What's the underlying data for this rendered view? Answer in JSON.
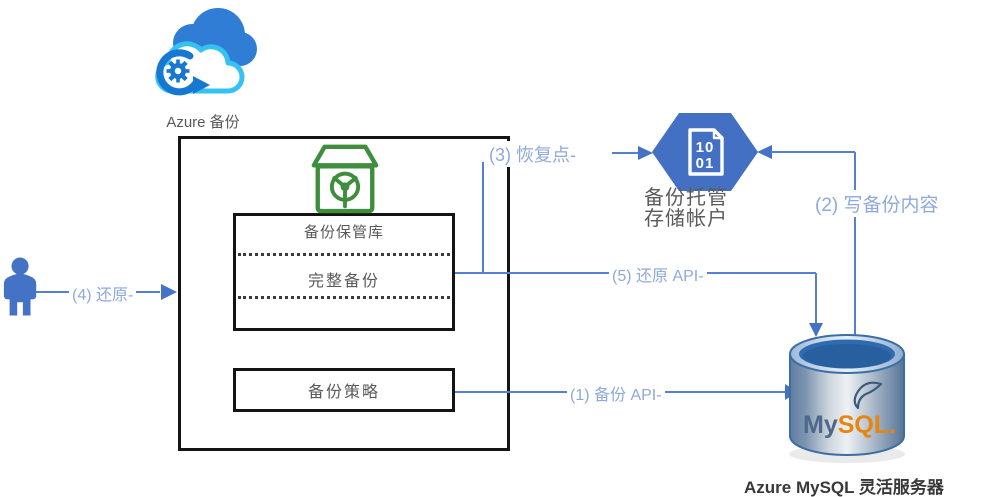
{
  "colors": {
    "connector_line": "#5580d2",
    "arrowhead": "#4472c4",
    "edge_label_text": "#8ea9db",
    "gray_text": "#595959",
    "dark_text": "#383838",
    "vault_green": "#3e8e3e",
    "hexagon_blue": "#4470c4",
    "back_cloud_blue": "#2f7dd5",
    "front_cloud_cyan": "#35c1f1",
    "gear_arrow_blue": "#1778d2",
    "person_blue": "#4472c4",
    "mysql_orange": "#e8850f",
    "box_border_black": "#141414"
  },
  "nodes": {
    "azure_backup": {
      "label": "Azure 备份"
    },
    "vault_box": {
      "title": "备份保管库",
      "row": "完整备份"
    },
    "policy_box": {
      "label": "备份策略"
    },
    "storage_account": {
      "doc_line1": "10",
      "doc_line2": "01",
      "label_line1": "备份托管",
      "label_line2": "存储帐户"
    },
    "mysql": {
      "label": "Azure MySQL 灵活服务器",
      "logo_my": "My",
      "logo_sql": "SQL",
      "logo_dot": "."
    }
  },
  "edges": {
    "e1": {
      "label": "(1) 备份 API-"
    },
    "e2": {
      "label": "(2) 写备份内容"
    },
    "e3": {
      "label": "(3) 恢复点-"
    },
    "e4": {
      "label": "(4) 还原-"
    },
    "e5": {
      "label": "(5) 还原 API-"
    }
  }
}
